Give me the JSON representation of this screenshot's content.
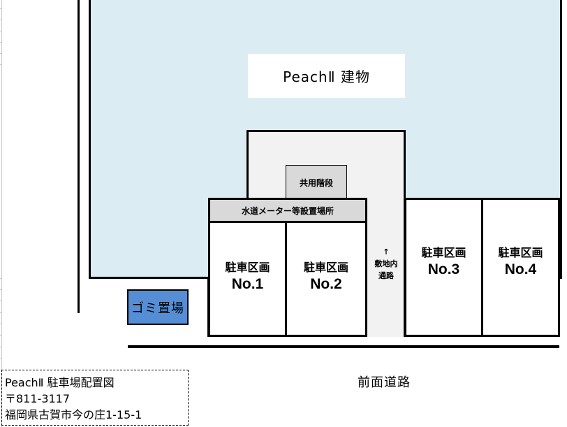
{
  "diagram": {
    "title": "Peach Ⅱ 駐車場配置図",
    "building": {
      "label": "PeachⅡ 建物",
      "fill": "#dbedf3"
    },
    "shared_stairs": {
      "label": "共用階段",
      "fill": "#d9d9d9"
    },
    "water_meter_area": {
      "label": "水道メーター等設置場所",
      "fill": "#d9d9d9"
    },
    "parking_spaces": [
      {
        "label": "駐車区画",
        "number": "No.1"
      },
      {
        "label": "駐車区画",
        "number": "No.2"
      },
      {
        "label": "駐車区画",
        "number": "No.3"
      },
      {
        "label": "駐車区画",
        "number": "No.4"
      }
    ],
    "internal_passage": {
      "arrow": "↑",
      "line1": "敷地内",
      "line2": "通路",
      "fill": "#f2f2f2"
    },
    "garbage_area": {
      "label": "ゴミ置場",
      "fill": "#558ed5"
    },
    "front_road": {
      "label": "前面道路"
    }
  },
  "info_box": {
    "line1": "PeachⅡ 駐車場配置図",
    "line2": "〒811-3117",
    "line3": "福岡県古賀市今の庄1-15-1"
  }
}
